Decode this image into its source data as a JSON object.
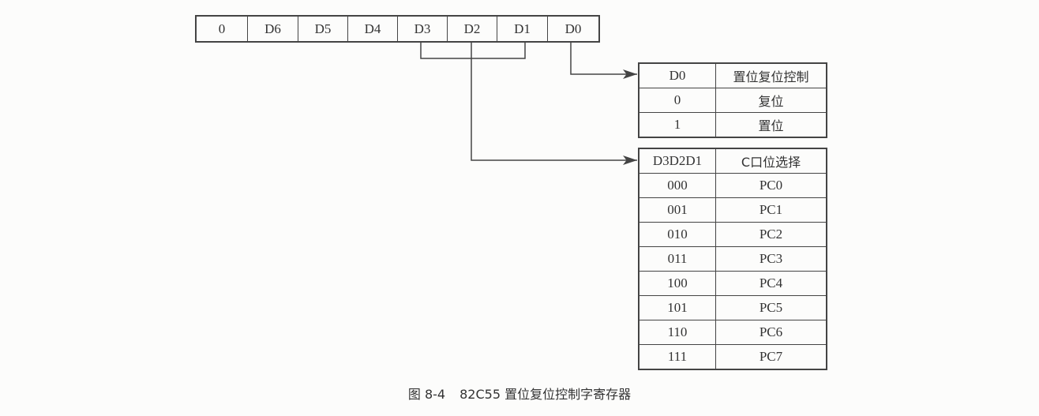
{
  "register": {
    "bits": [
      "0",
      "D6",
      "D5",
      "D4",
      "D3",
      "D2",
      "D1",
      "D0"
    ]
  },
  "table_d0": {
    "header": [
      "D0",
      "置位复位控制"
    ],
    "rows": [
      [
        "0",
        "复位"
      ],
      [
        "1",
        "置位"
      ]
    ]
  },
  "table_port": {
    "header": [
      "D3D2D1",
      "C口位选择"
    ],
    "rows": [
      [
        "000",
        "PC0"
      ],
      [
        "001",
        "PC1"
      ],
      [
        "010",
        "PC2"
      ],
      [
        "011",
        "PC3"
      ],
      [
        "100",
        "PC4"
      ],
      [
        "101",
        "PC5"
      ],
      [
        "110",
        "PC6"
      ],
      [
        "111",
        "PC7"
      ]
    ]
  },
  "caption": {
    "label": "图 8-4",
    "title": "82C55 置位复位控制字寄存器"
  }
}
